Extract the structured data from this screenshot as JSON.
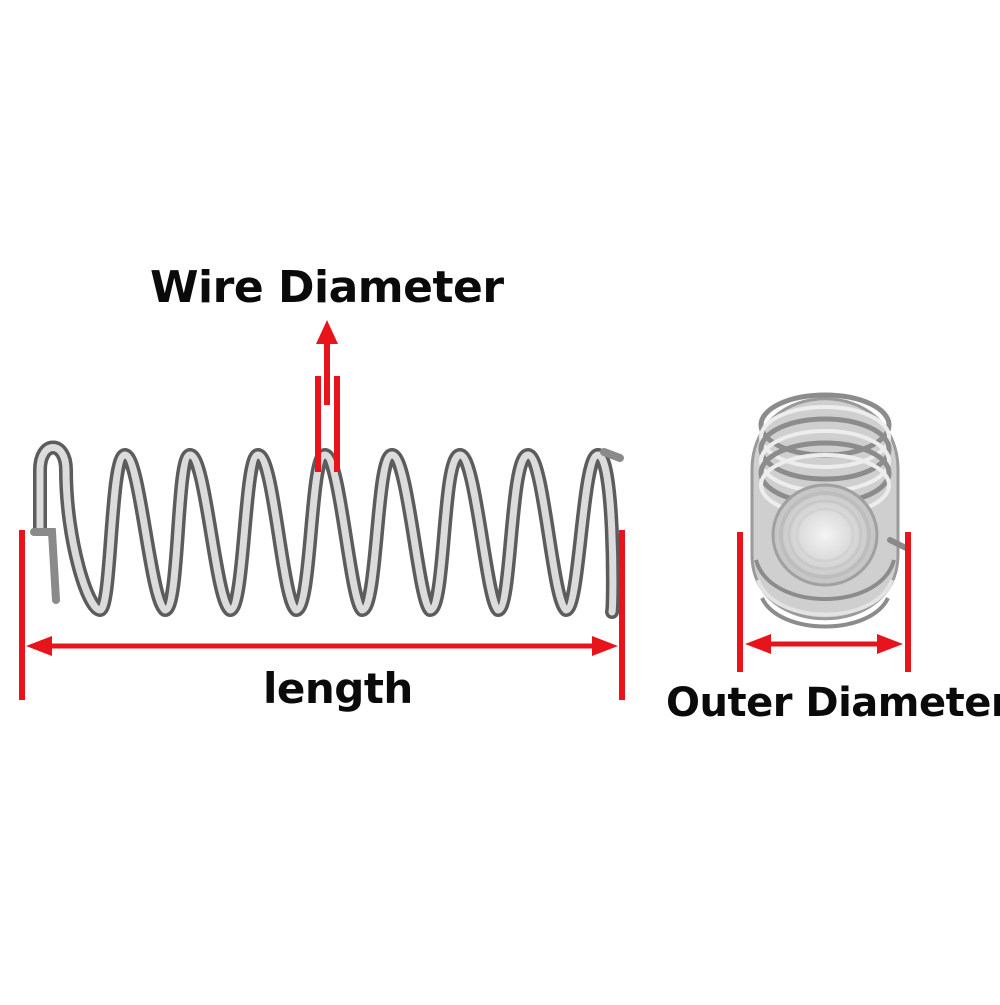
{
  "labels": {
    "wire_diameter": "Wire Diameter",
    "length": "length",
    "outer_diameter": "Outer Diameter"
  },
  "colors": {
    "annotation_red": "#e8141c",
    "spring_metal": "#9a9a9a",
    "text": "#0a0a0a"
  }
}
